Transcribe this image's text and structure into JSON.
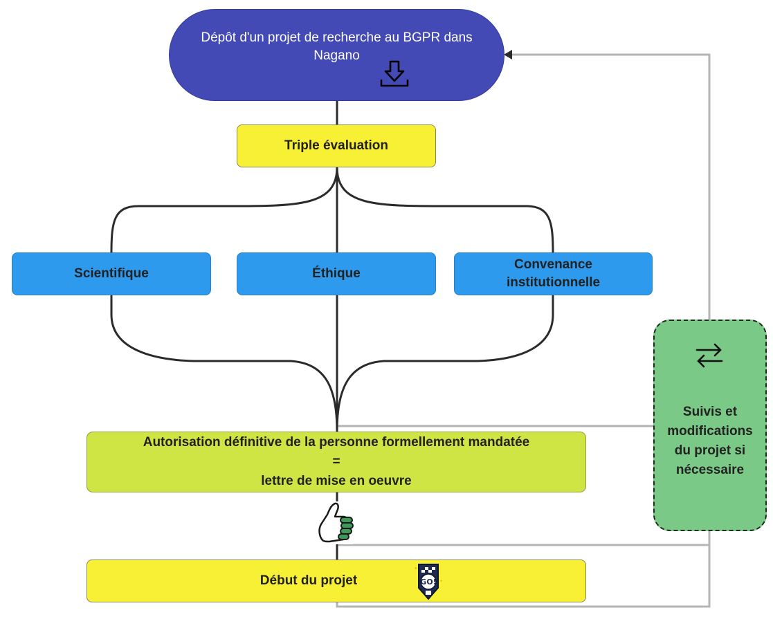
{
  "nodes": {
    "start": {
      "line1": "Dépôt d'un projet de recherche au BGPR dans",
      "line2": "Nagano",
      "fill": "#434ab5"
    },
    "triple": {
      "label": "Triple évaluation",
      "fill": "#f7f035"
    },
    "scientifique": {
      "label": "Scientifique",
      "fill": "#2e9aee"
    },
    "ethique": {
      "label": "Éthique",
      "fill": "#2e9aee"
    },
    "convenance": {
      "line1": "Convenance",
      "line2": "institutionnelle",
      "fill": "#2e9aee"
    },
    "autorisation": {
      "line1": "Autorisation définitive de la personne formellement mandatée",
      "line2": "=",
      "line3": "lettre de mise en oeuvre",
      "fill": "#cee544"
    },
    "debut": {
      "label": "Début du projet",
      "fill": "#f7f035"
    },
    "suivis": {
      "line1": "Suivis et",
      "line2": "modifications",
      "line3": "du projet si",
      "line4": "nécessaire",
      "fill": "#7bc986"
    }
  },
  "icons": {
    "start": "download-tray-icon",
    "suivis": "swap-arrows-icon",
    "approval": "thumbs-up-icon",
    "debut": "go-badge-icon"
  },
  "badge_text": "GO!",
  "colors": {
    "connector": "#2b2b2b",
    "feedback": "#b4b4b4"
  }
}
